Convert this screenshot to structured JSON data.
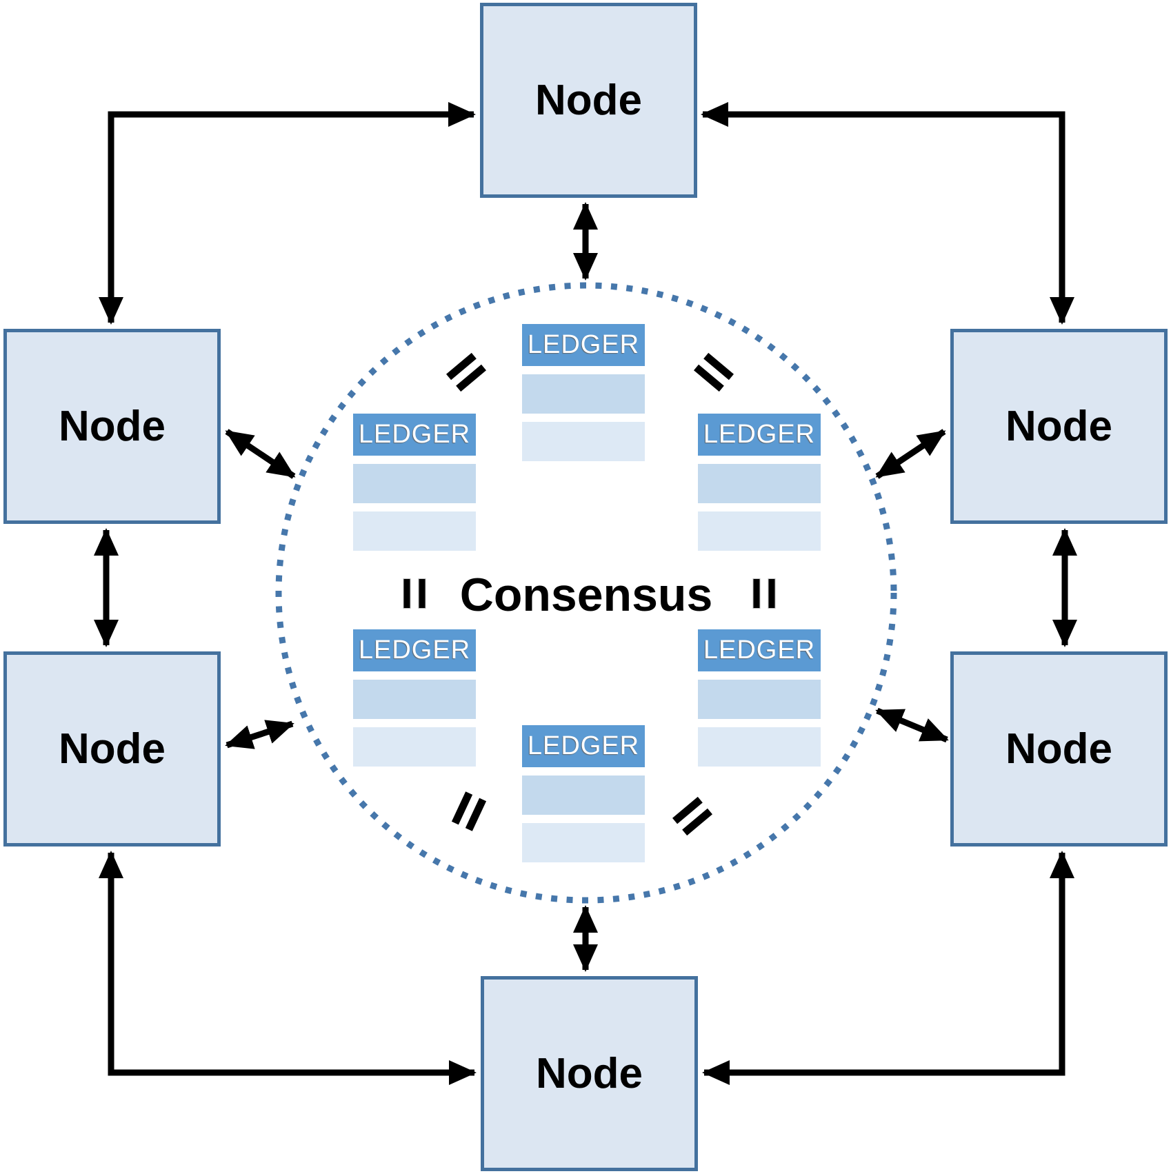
{
  "diagram": {
    "type": "peer-to-peer consensus network",
    "consensus": {
      "label": "Consensus"
    },
    "nodes": [
      {
        "id": "top",
        "label": "Node"
      },
      {
        "id": "left-upper",
        "label": "Node"
      },
      {
        "id": "right-upper",
        "label": "Node"
      },
      {
        "id": "left-lower",
        "label": "Node"
      },
      {
        "id": "right-lower",
        "label": "Node"
      },
      {
        "id": "bottom",
        "label": "Node"
      }
    ],
    "ledgers": [
      {
        "id": "top-center",
        "header": "LEDGER",
        "blank_rows": 2
      },
      {
        "id": "upper-left",
        "header": "LEDGER",
        "blank_rows": 2
      },
      {
        "id": "upper-right",
        "header": "LEDGER",
        "blank_rows": 2
      },
      {
        "id": "lower-left",
        "header": "LEDGER",
        "blank_rows": 2
      },
      {
        "id": "lower-right",
        "header": "LEDGER",
        "blank_rows": 2
      },
      {
        "id": "bottom-center",
        "header": "LEDGER",
        "blank_rows": 2
      }
    ],
    "equals_marks": [
      {
        "id": "top-left",
        "symbol": "="
      },
      {
        "id": "top-right",
        "symbol": "="
      },
      {
        "id": "left",
        "symbol": "="
      },
      {
        "id": "right",
        "symbol": "="
      },
      {
        "id": "bottom-left",
        "symbol": "="
      },
      {
        "id": "bottom-right",
        "symbol": "="
      }
    ],
    "colors": {
      "node_fill": "#dce6f2",
      "node_border": "#44719e",
      "circle_dots": "#4677ab",
      "ledger_header_bg": "#5b9ad3",
      "ledger_row_mid": "#c3d9ed",
      "ledger_row_light": "#dde9f5",
      "ledger_header_text": "#ffffff",
      "label_text": "#000000",
      "arrow": "#000000"
    }
  }
}
